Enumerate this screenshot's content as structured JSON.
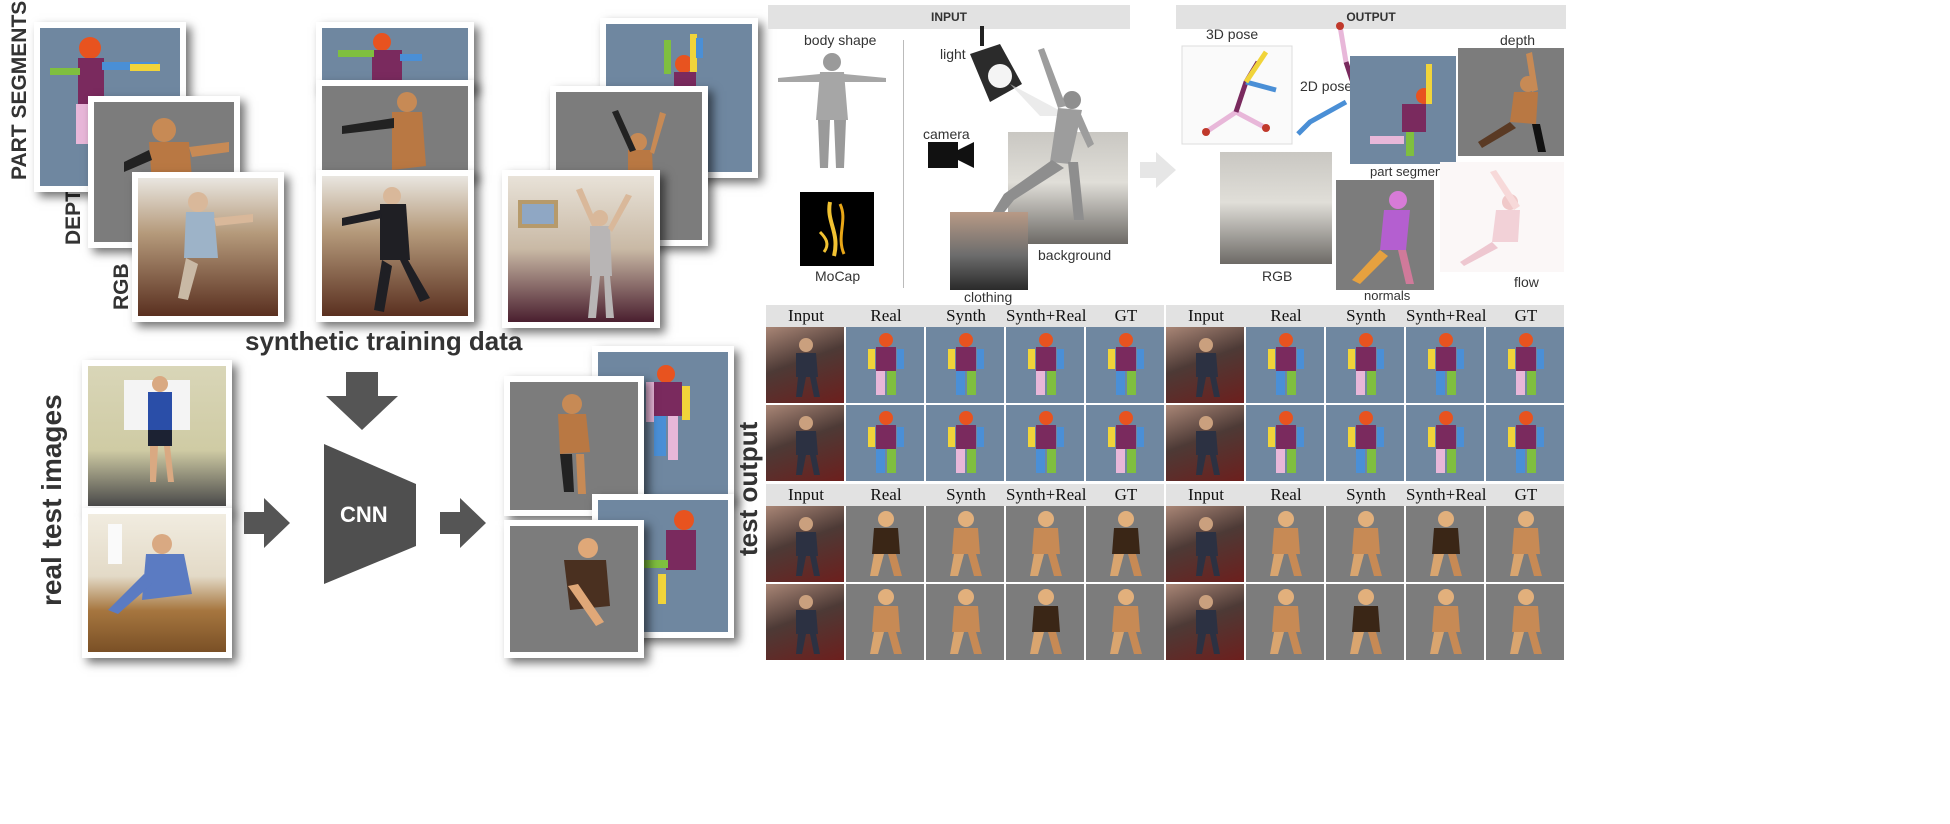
{
  "left": {
    "row_labels": [
      "PART SEGMENTS",
      "DEPTH",
      "RGB"
    ],
    "synthetic_caption": "synthetic training data",
    "real_caption": "real test images",
    "cnn_label": "CNN",
    "test_output_caption": "test output"
  },
  "input_panel": {
    "header": "INPUT",
    "labels": {
      "body_shape": "body shape",
      "light": "light",
      "camera": "camera",
      "mocap": "MoCap",
      "background": "background",
      "clothing": "clothing"
    }
  },
  "output_panel": {
    "header": "OUTPUT",
    "labels": {
      "pose3d": "3D pose",
      "pose2d": "2D pose",
      "depth": "depth",
      "part_segments": "part segments",
      "rgb": "RGB",
      "normals": "normals",
      "flow": "flow"
    }
  },
  "grid_columns": [
    "Input",
    "Real",
    "Synth",
    "Synth+Real",
    "GT"
  ],
  "colors": {
    "segment_bg": "#6f87a0",
    "depth_bg": "#7c7c7c",
    "torso": "#7a2a5e",
    "head": "#e8531f",
    "arm_blue": "#4a8fd6",
    "arm_yellow": "#f1d43a",
    "arm_green": "#7fbf3f",
    "leg_pink": "#e8b7d9",
    "skin_depth": "#c78a55"
  }
}
